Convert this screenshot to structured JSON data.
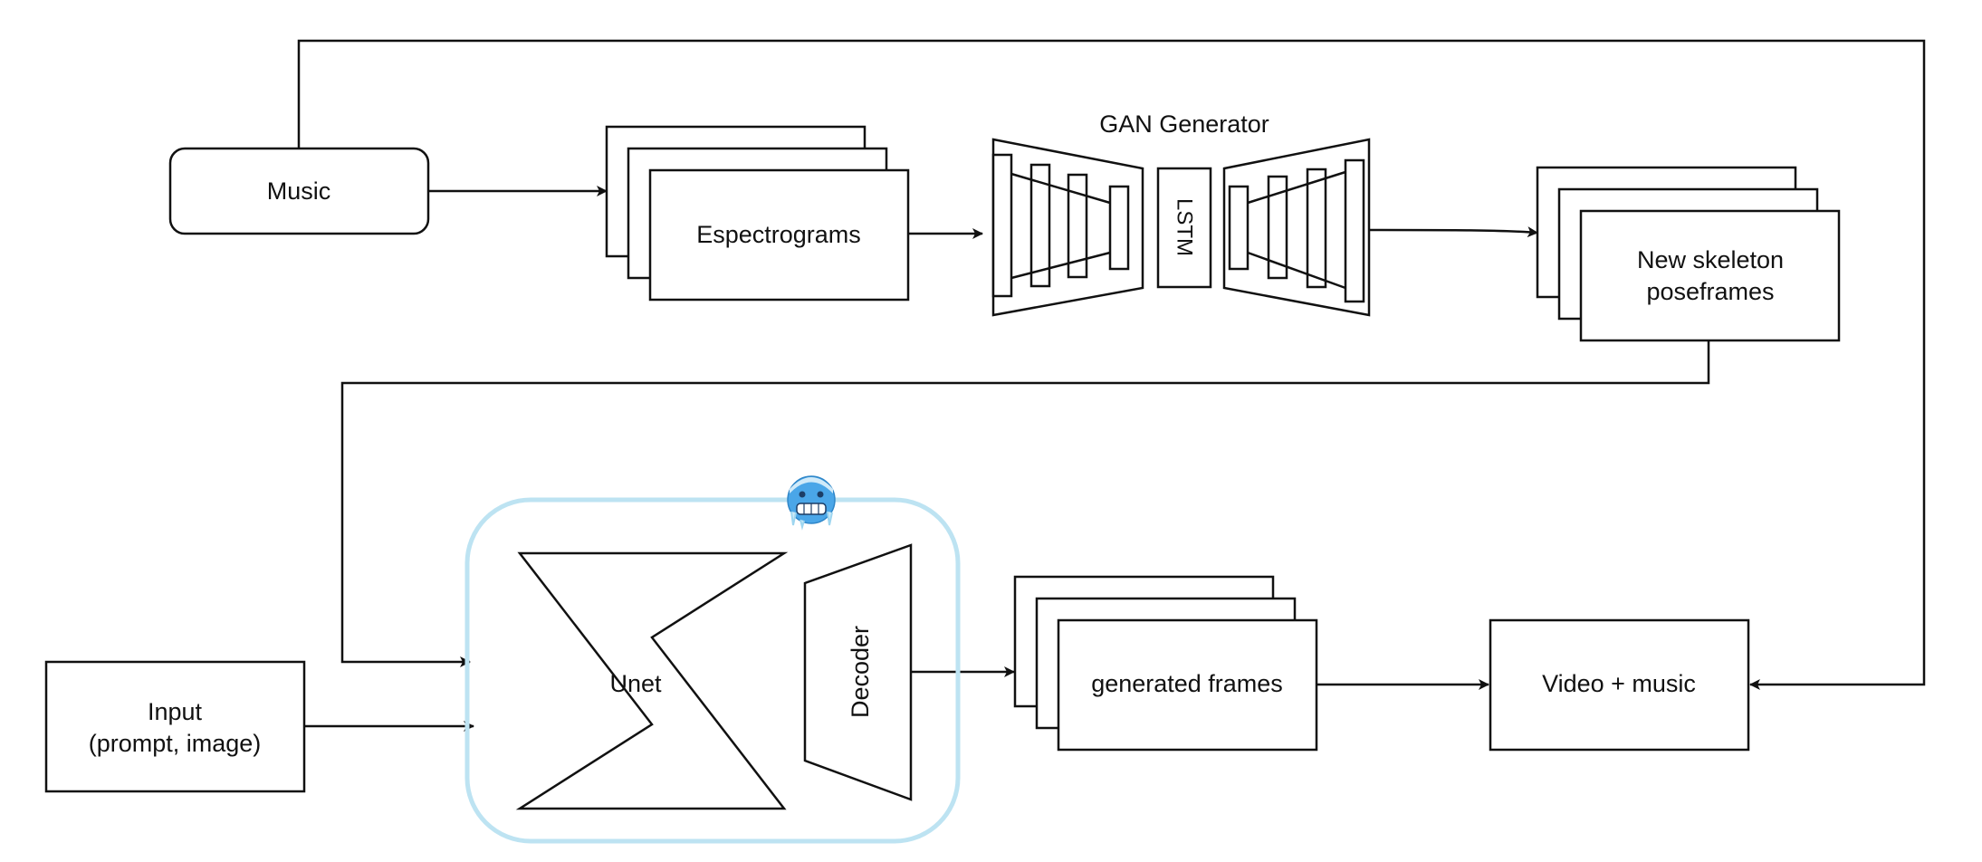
{
  "diagram": {
    "colors": {
      "stroke": "#111111",
      "frozen_group": "#bde3f2",
      "frozen_icon_face": "#4aa6e8",
      "background": "#ffffff"
    },
    "nodes": {
      "music": "Music",
      "spectrograms": "Espectrograms",
      "gan_title": "GAN Generator",
      "lstm": "LSTM",
      "skeleton_line1": "New skeleton",
      "skeleton_line2": "poseframes",
      "input_line1": "Input",
      "input_line2": "(prompt, image)",
      "unet": "Unet",
      "decoder": "Decoder",
      "generated_frames": "generated frames",
      "video_music": "Video + music"
    },
    "icons": {
      "frozen": "cold-face-emoji-icon"
    }
  }
}
